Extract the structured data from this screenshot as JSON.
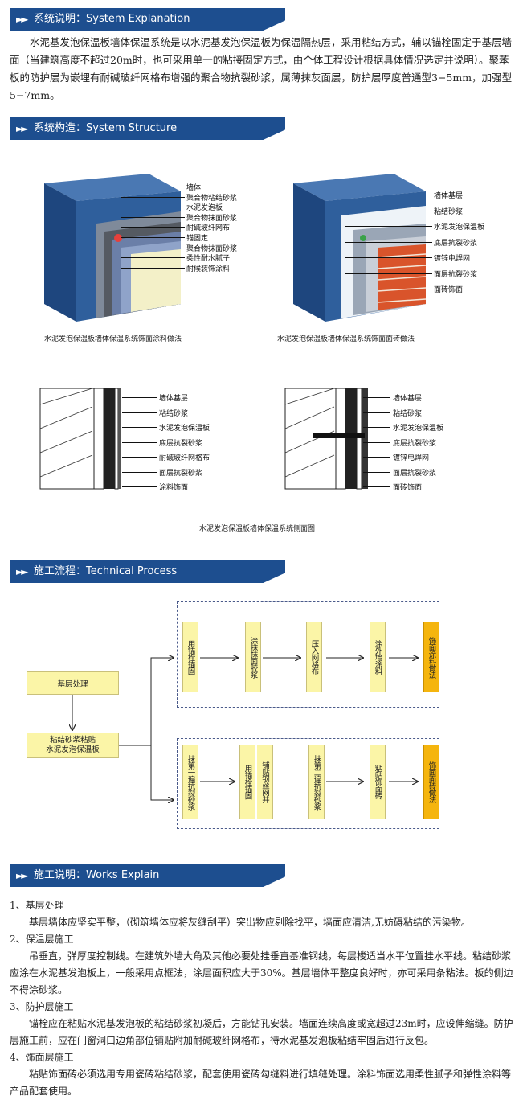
{
  "sections": {
    "explanation": {
      "title": "系统说明：System Explanation"
    },
    "structure": {
      "title": "系统构造：System Structure"
    },
    "process": {
      "title": "施工流程：Technical Process"
    },
    "works": {
      "title": "施工说明：Works Explain"
    }
  },
  "explanation_text": "水泥基发泡保温板墙体保温系统是以水泥基发泡保温板为保温隔热层，采用粘结方式，辅以锚栓固定于基层墙面（当建筑高度不超过20m时，也可采用单一的粘接固定方式，由个体工程设计根据具体情况选定并说明）。聚苯板的防护层为嵌埋有耐碱玻纤网格布增强的聚合物抗裂砂浆，属薄抹灰面层，防护层厚度普通型3−5mm，加强型5−7mm。",
  "structure": {
    "left_labels": [
      "墙体",
      "聚合物粘结砂浆",
      "水泥发泡板",
      "聚合物抹面砂浆",
      "耐碱玻纤网布",
      "锚固定",
      "聚合物抹面砂浆",
      "柔性耐水腻子",
      "耐候装饰涂料"
    ],
    "right_labels": [
      "墙体基层",
      "粘结砂浆",
      "水泥发泡保温板",
      "底层抗裂砂浆",
      "镀锌电焊网",
      "面层抗裂砂浆",
      "面砖饰面"
    ],
    "left_caption": "水泥发泡保温板墙体保温系统饰面涂料做法",
    "right_caption": "水泥发泡保温板墙体保温系统饰面面砖做法",
    "sec_left_labels": [
      "墙体基层",
      "粘结砂浆",
      "水泥发泡保温板",
      "底层抗裂砂浆",
      "耐碱玻纤网格布",
      "面层抗裂砂浆",
      "涂料饰面"
    ],
    "sec_right_labels": [
      "墙体基层",
      "粘结砂浆",
      "水泥发泡保温板",
      "底层抗裂砂浆",
      "镀锌电焊网",
      "面层抗裂砂浆",
      "面砖饰面"
    ],
    "section_caption": "水泥发泡保温板墙体保温系统侧面图"
  },
  "process": {
    "base": "基层处理",
    "bond": "粘结砂浆粘贴\n水泥发泡保温板",
    "top_steps": [
      "用锚栓锚固",
      "涂抹抹面胶浆",
      "压入网格布",
      "涂外墙涂料",
      "饰面涂料做法"
    ],
    "bottom_steps": [
      "抹第一遍抗裂砂浆",
      "用锚栓锚固",
      "铺贴钢丝网井",
      "抹第二遍抗裂砂浆",
      "粘贴饰面砖",
      "饰面面砖做法"
    ]
  },
  "works": [
    {
      "heading": "1、基层处理",
      "body": "基层墙体应坚实平整，（砌筑墙体应将灰缝刮平）突出物应剔除找平，墙面应清洁,无妨碍粘结的污染物。"
    },
    {
      "heading": "2、保温层施工",
      "body": "吊垂直，弹厚度控制线。在建筑外墙大角及其他必要处挂垂直基准钢线，每层楼适当水平位置挂水平线。粘结砂浆应涂在水泥基发泡板上，一般采用点框法，涂层面积应大于30%。基层墙体平整度良好时，亦可采用条粘法。板的侧边不得涂砂浆。"
    },
    {
      "heading": "3、防护层施工",
      "body": "锚栓应在粘贴水泥基发泡板的粘结砂浆初凝后，方能钻孔安装。墙面连续高度或宽超过23m时，应设伸缩缝。防护层施工前，应在门窗洞口边角部位铺贴附加耐碱玻纤网格布，待水泥基发泡板粘结牢固后进行反包。"
    },
    {
      "heading": "4、饰面层施工",
      "body": "粘贴饰面砖必须选用专用瓷砖粘结砂浆，配套使用瓷砖勾缝料进行填缝处理。涂料饰面选用柔性腻子和弹性涂料等产品配套使用。"
    }
  ],
  "colors": {
    "header": "#1d4e8f",
    "box": "#fbf5a7",
    "box_accent": "#f5b50e",
    "wall": "#2e5c96",
    "brick": "#d9542b"
  }
}
